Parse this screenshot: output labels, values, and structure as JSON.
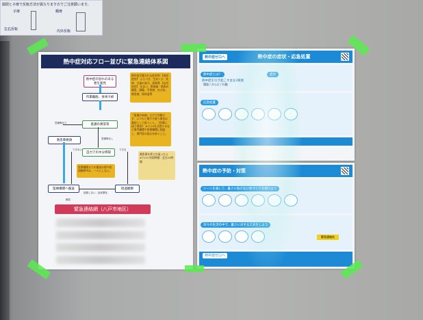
{
  "note": {
    "text": "開閉と子扉で反転方法が異なりますのでご注意願います。",
    "child_door": "子扉",
    "parent_door": "親扉",
    "label_left": "左右反転",
    "label_right": "内外反転"
  },
  "left_poster": {
    "title": "熱中症対応フロー並びに緊急連絡体系図",
    "boxes": {
      "discover": "熱中症の恐れのある者を発見",
      "cooling": "作業離脱、身体冷却",
      "symptoms": "意識の異常等",
      "ambulance": "救急車要請",
      "hydration": "自力での水分摂取",
      "hospital": "医療機関へ搬送",
      "observe": "経過観察"
    },
    "labels": {
      "yes": "意識等あり",
      "no": "意識等なし",
      "cannot": "できない",
      "can": "できる",
      "improve": "回復しない、症状悪化",
      "report": "報告"
    },
    "bubble1": "熱中症が疑われる症状例 【他覚症状】 ふらつき、生あくび、失神、大量の発汗、痙攣等 【自覚症状】 めまい、筋肉痛・筋肉の硬直、頭痛、不快感、吐き気、倦怠感、高体温等",
    "bubble2": "「意識の有無」だけで判断せず、いつもと様子が違う場合は重症として扱うこと。【判断に迷う場合】 #7119を活用するなど専門機関や医療機関に相談し、専門家の指示を仰ぐこと。",
    "bubble3": "医療機関までの搬送の際や経過観察中は、一人にしない。",
    "bubble4": "救急車を呼ぶか迷ったら #7119 利用時間：全日24時間",
    "emergency": "緊急連絡網（八戸市地区）"
  },
  "right_poster_top": {
    "logo": "熱中症ゼロへ",
    "title": "熱中症の症状・応急処置",
    "sections": [
      "熱中症とは？",
      "症状",
      "応急処置"
    ],
    "causes_title": "熱中症を引き起こす主な3要素",
    "causes": [
      "環境",
      "からだ",
      "行動"
    ]
  },
  "right_poster_bottom": {
    "title": "熱中症の予防・対策",
    "sections": [
      "シーンを通して、暑さに負けない体づくりを続けよう",
      "日々の生活の中で、暑さに対する工夫をしよう"
    ],
    "logo": "熱中症ゼロへ",
    "contact": "緊急連絡先"
  }
}
